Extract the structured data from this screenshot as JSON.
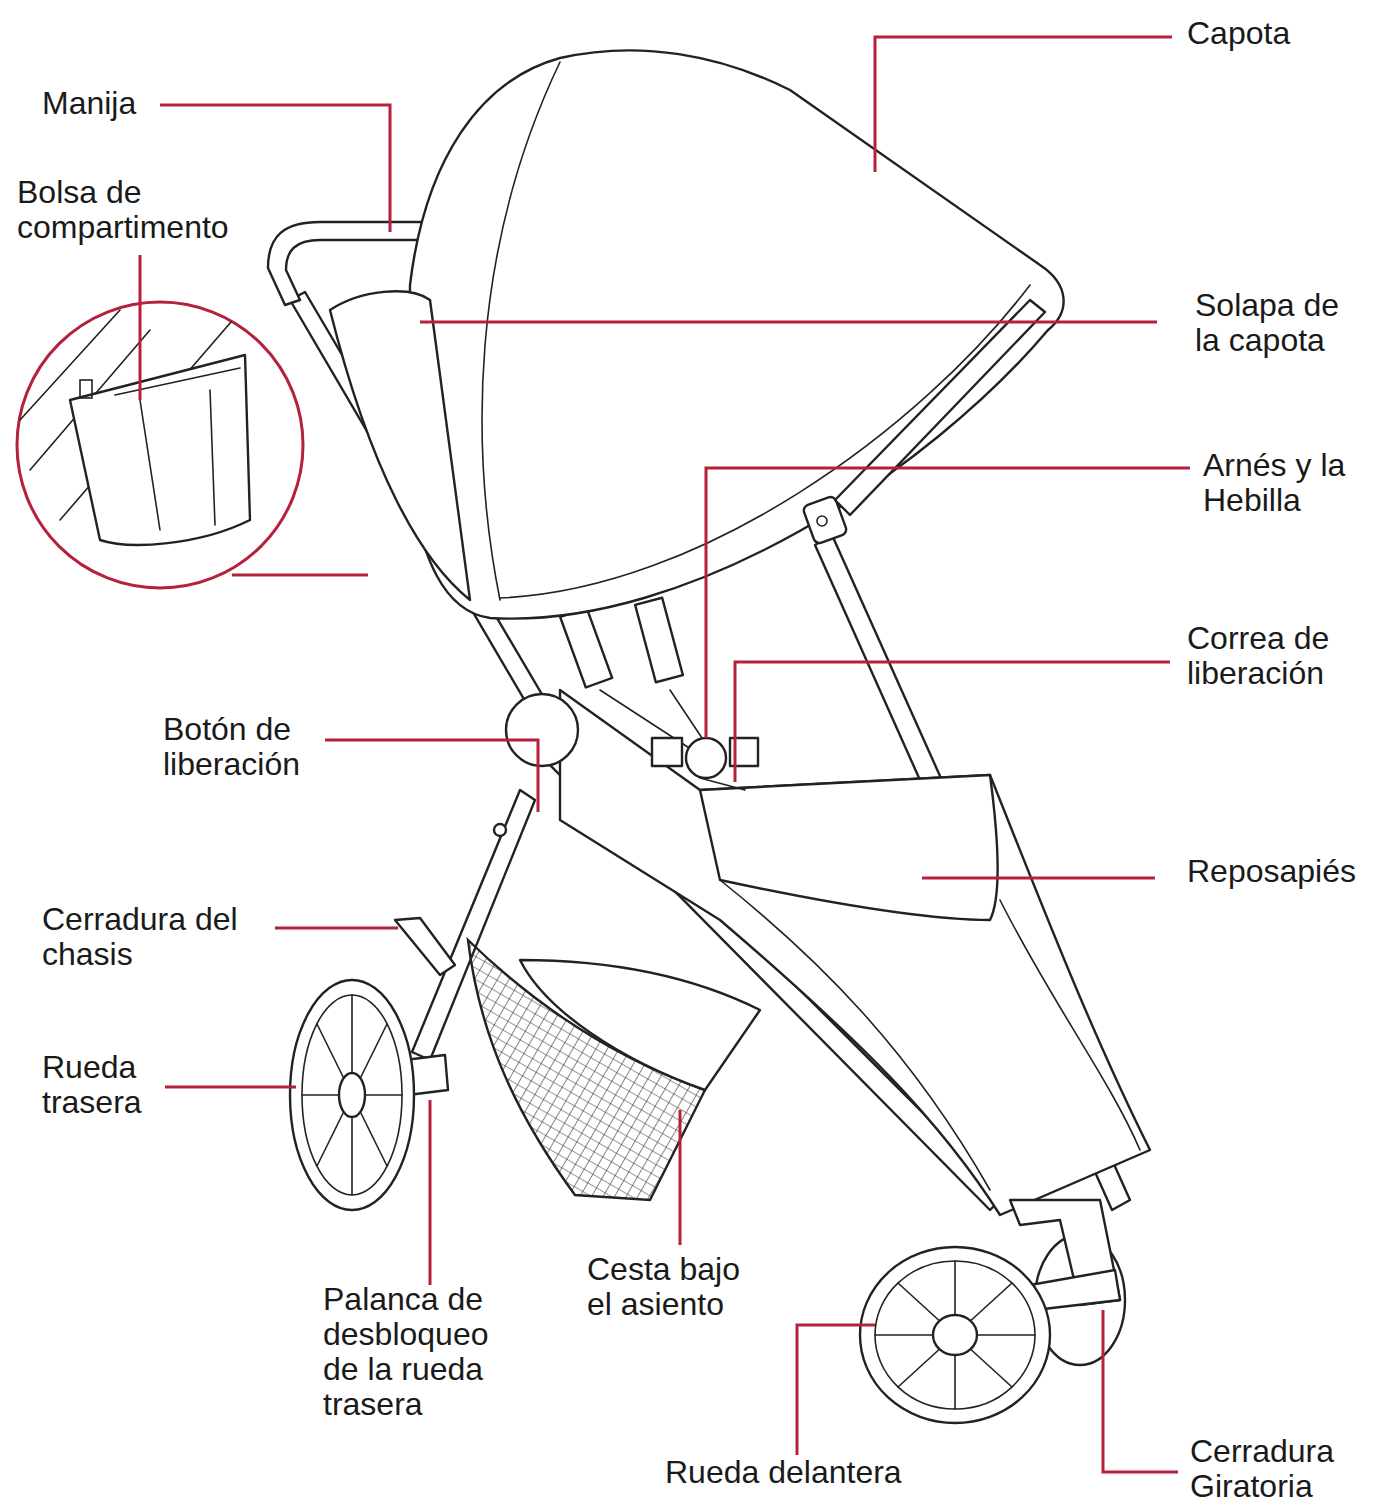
{
  "diagram": {
    "labels": [
      "Capota",
      "Manija",
      "Bolsa de compartimento",
      "Solapa de la capota",
      "Arnés y la Hebilla",
      "Correa de liberación",
      "Botón de liberación",
      "Reposapiés",
      "Cerradura del chasis",
      "Rueda trasera",
      "Palanca de desbloqueo de la rueda trasera",
      "Cesta bajo el asiento",
      "Rueda delantera",
      "Cerradura Giratoria"
    ]
  }
}
